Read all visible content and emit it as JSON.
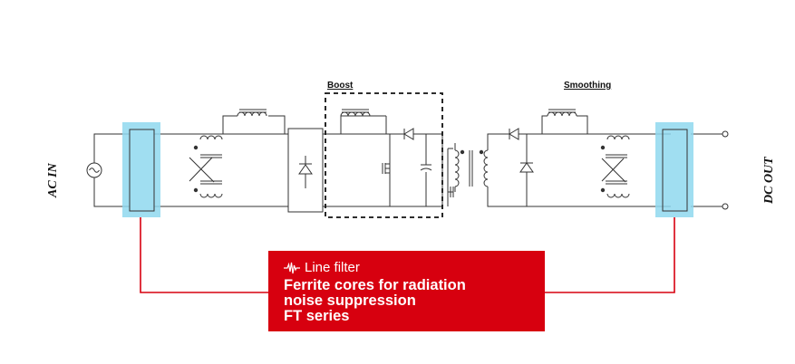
{
  "labels": {
    "boost": "Boost",
    "smoothing": "Smoothing",
    "ac_in": "AC IN",
    "dc_out": "DC OUT"
  },
  "callout": {
    "kicker": "Line filter",
    "title_lines": [
      "Ferrite cores for radiation",
      "noise suppression",
      "FT series"
    ]
  },
  "colors": {
    "accent_red": "#d7000f",
    "highlight_blue": "#8fd8ee",
    "wire": "#333333"
  },
  "icons": {
    "kicker_icon": "waveform-icon"
  }
}
